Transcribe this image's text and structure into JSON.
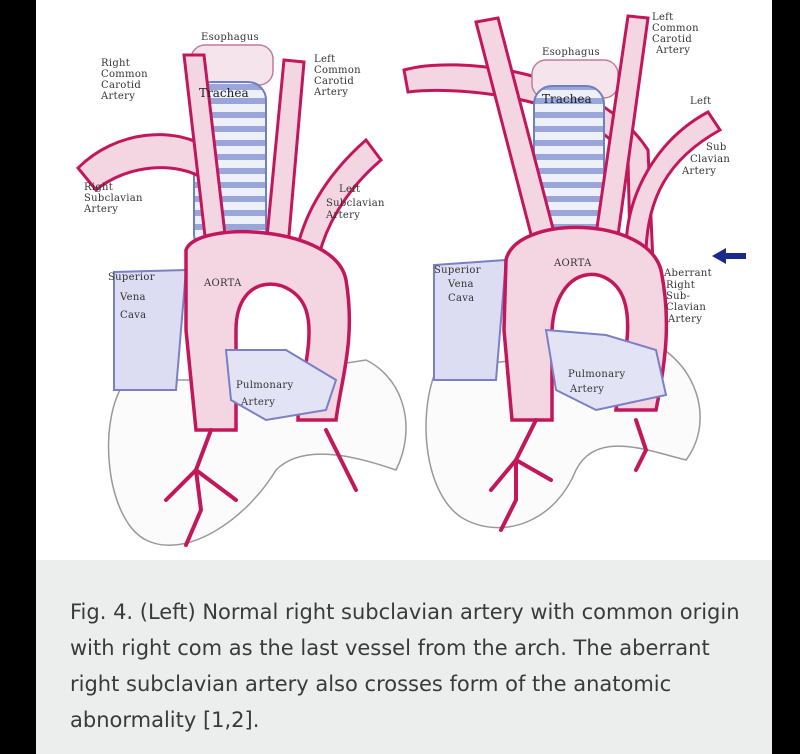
{
  "figure": {
    "left": {
      "esophagus": "Esophagus",
      "trachea": "Trachea",
      "right_common_carotid": [
        "Right",
        "Common",
        "Carotid",
        "Artery"
      ],
      "left_common_carotid": [
        "Left",
        "Common",
        "Carotid",
        "Artery"
      ],
      "right_subclavian": [
        "Right",
        "Subclavian",
        "Artery"
      ],
      "left_subclavian": [
        "Left",
        "Subclavian",
        "Artery"
      ],
      "superior_vena_cava": [
        "Superior",
        "Vena",
        "Cava"
      ],
      "aorta": "AORTA",
      "pulmonary_artery": [
        "Pulmonary",
        "Artery"
      ]
    },
    "right": {
      "esophagus": "Esophagus",
      "trachea": "Trachea",
      "left_common_carotid": [
        "Left",
        "Common",
        "Carotid",
        "Artery"
      ],
      "left_subclavian": [
        "Left",
        "Sub",
        "Clavian",
        "Artery"
      ],
      "superior_vena_cava": [
        "Superior",
        "Vena",
        "Cava"
      ],
      "aorta": "AORTA",
      "aberrant_right_subclavian": [
        "Aberrant",
        "Right",
        "Sub-",
        "Clavian",
        "Artery"
      ],
      "pulmonary_artery": [
        "Pulmonary",
        "Artery"
      ]
    },
    "colors": {
      "artery": "#c2185b",
      "artery_fill": "#f3d6e2",
      "vein": "#7a7fc6",
      "trachea": "#6e7fc2",
      "arrow": "#1a2a8a"
    }
  },
  "caption": "Fig. 4. (Left) Normal right subclavian artery with common origin with right com as the last vessel from the arch. The aberrant right subclavian artery also crosses form of the anatomic abnormality [1,2]."
}
